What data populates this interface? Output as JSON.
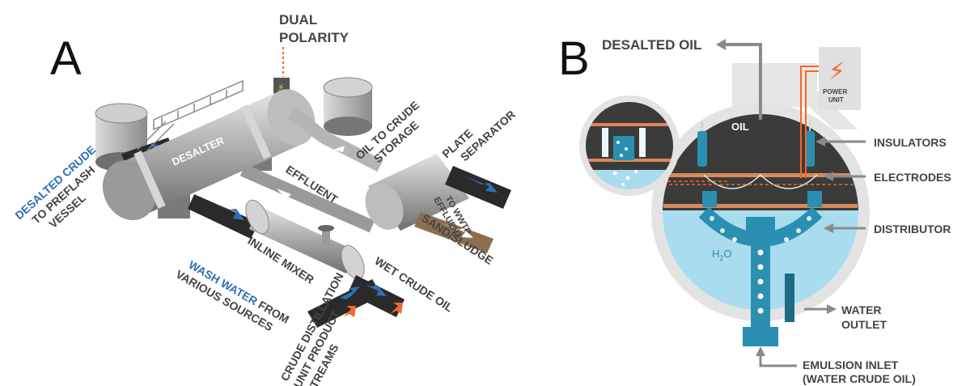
{
  "panel_a": {
    "letter": "A",
    "dual_polarity_line1": "DUAL",
    "dual_polarity_line2": "POLARITY",
    "desalter": "DESALTER",
    "desalted_crude_blue": "DESALTED CRUDE",
    "desalted_crude_line2": "TO PREFLASH",
    "desalted_crude_line3": "VESSEL",
    "oil_to_crude_line1": "OIL TO CRUDE",
    "oil_to_crude_line2": "STORAGE",
    "plate_separator_line1": "PLATE",
    "plate_separator_line2": "SEPARATOR",
    "effluent": "EFFLUENT",
    "effluent_wwtp_line1": "EFFLUENT",
    "effluent_wwtp_line2": "TO WWTP",
    "sand_sludge": "SAND/SLUDGE",
    "inline_mixer": "INLINE MIXER",
    "wet_crude_oil": "WET CRUDE OIL",
    "wash_water_blue": "WASH WATER",
    "wash_water_from": " FROM",
    "wash_water_line2": "VARIOUS SOURCES",
    "crude_distillation_line1": "CRUDE DISTILLATION",
    "crude_distillation_line2": "UNIT PRODUCT",
    "crude_distillation_line3": "STREAMS"
  },
  "panel_b": {
    "letter": "B",
    "desalted_oil": "DESALTED OIL",
    "power_unit_line1": "POWER",
    "power_unit_line2": "UNIT",
    "oil": "OIL",
    "insulators": "INSULATORS",
    "electrodes": "ELECTRODES",
    "distributor": "DISTRIBUTOR",
    "h2o": "H",
    "h2o_sub": "2",
    "h2o_end": "O",
    "water_outlet_line1": "WATER",
    "water_outlet_line2": "OUTLET",
    "emulsion_inlet_line1": "EMULSION INLET",
    "emulsion_inlet_line2": "(WATER CRUDE OIL)"
  },
  "colors": {
    "blue_accent": "#2f6fb7",
    "orange_accent": "#ef6b2a",
    "dark_oil": "#3b3b3b",
    "water": "#a9dcef",
    "teal": "#2a8fb0"
  }
}
